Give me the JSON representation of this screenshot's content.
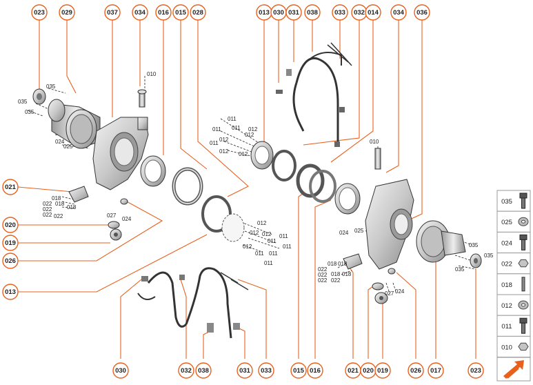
{
  "callouts_top": [
    "023",
    "029",
    "037",
    "034",
    "016",
    "015",
    "028",
    "013",
    "030",
    "031",
    "038",
    "033",
    "032",
    "014",
    "034",
    "036"
  ],
  "callouts_left": [
    "021",
    "020",
    "019",
    "026",
    "013"
  ],
  "callouts_bottom": [
    "030",
    "032",
    "038",
    "031",
    "033",
    "015",
    "016",
    "021",
    "020",
    "019",
    "026",
    "017",
    "023"
  ],
  "part_labels": {
    "l035a": "035",
    "l035b": "035",
    "l035c": "035",
    "l024": "024",
    "l025": "025",
    "l010a": "010",
    "l018a": "018",
    "l018b": "018",
    "l018c": "018",
    "l022a": "022",
    "l022b": "022",
    "l022c": "022",
    "l022d": "022",
    "l027a": "027",
    "l024b": "024",
    "l011a": "011",
    "l011b": "011",
    "l011c": "011",
    "l011d": "011",
    "l012a": "012",
    "l012b": "012",
    "l012c": "012",
    "l012d": "012",
    "l012e": "012",
    "l010b": "010",
    "l012f": "012",
    "l012g": "012",
    "l012h": "012",
    "l012i": "012",
    "l011e": "011",
    "l011f": "011",
    "l011g": "011",
    "l011h": "011",
    "l011i": "011",
    "l011j": "011",
    "l024c": "024",
    "l025b": "025",
    "l018d": "018",
    "l018e": "018",
    "l018f": "018",
    "l018g": "018",
    "l022e": "022",
    "l022f": "022",
    "l022g": "022",
    "l022h": "022",
    "l027b": "027",
    "l024d": "024",
    "l035d": "035",
    "l035e": "035",
    "l035f": "035"
  },
  "legend": [
    "035",
    "025",
    "024",
    "022",
    "018",
    "012",
    "011",
    "010"
  ],
  "colors": {
    "accent": "#e8601c",
    "metal": "#c9c9c9",
    "dark": "#3a3a3a"
  }
}
